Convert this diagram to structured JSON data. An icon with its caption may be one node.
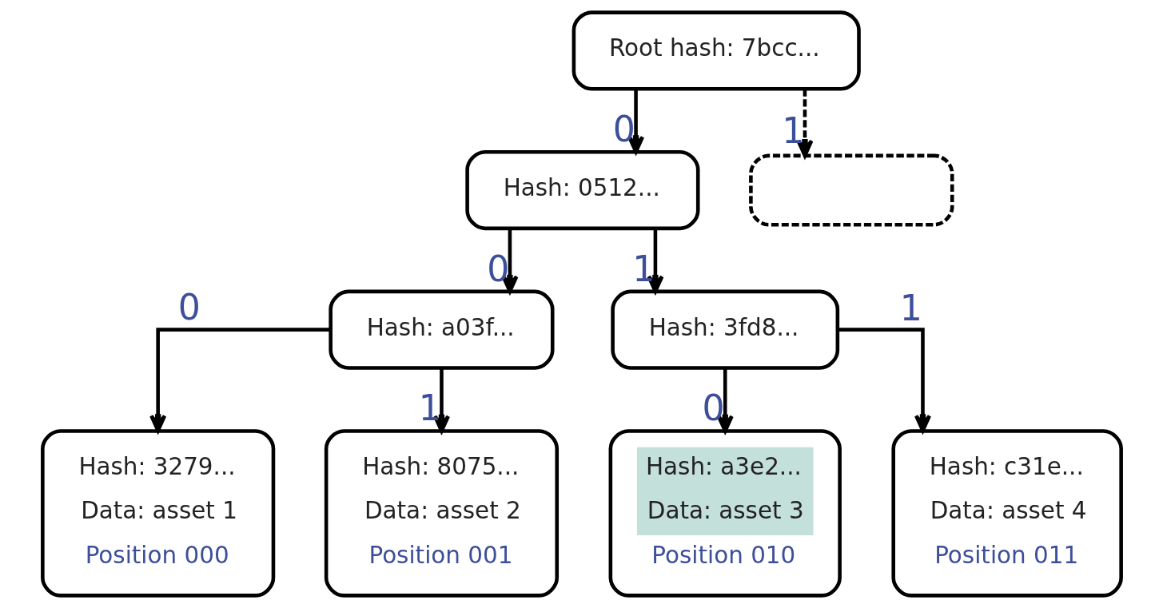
{
  "diagram": {
    "nodes": [
      {
        "text": [
          "Root hash: 7bcc..."
        ]
      },
      {
        "text": [
          "Hash: 0512..."
        ]
      },
      {
        "text": [],
        "shape": "box"
      },
      {
        "text": [
          "Hash: a03f..."
        ]
      },
      {
        "text": [
          "Hash: 3fd8..."
        ]
      },
      {
        "text": [
          "Hash: 3279...",
          "Data: asset 1",
          "Position 000"
        ]
      },
      {
        "text": [
          "Hash: 8075...",
          "Data: asset 2",
          "Position 001"
        ]
      },
      {
        "text": [
          "Hash: a3e2...",
          "Data: asset 3",
          "Position 010"
        ]
      },
      {
        "text": [
          "Hash: c31e...",
          "Data: asset 4",
          "Position 011"
        ]
      }
    ],
    "edges": [
      {
        "from": 0,
        "to": 1,
        "arrow": "to",
        "label": "0"
      },
      {
        "from": 0,
        "to": 2,
        "arrow": "to",
        "label": "1",
        "style": "dashed"
      },
      {
        "from": 1,
        "to": 3,
        "arrow": "to",
        "label": "0"
      },
      {
        "from": 1,
        "to": 4,
        "arrow": "to",
        "label": "1"
      },
      {
        "from": 3,
        "to": 5,
        "arrow": "to",
        "label": "0"
      },
      {
        "from": 3,
        "to": 6,
        "arrow": "to",
        "label": "1"
      },
      {
        "from": 4,
        "to": 7,
        "arrow": "to",
        "label": "0"
      },
      {
        "from": 4,
        "to": 8,
        "arrow": "to",
        "label": "1"
      }
    ]
  }
}
